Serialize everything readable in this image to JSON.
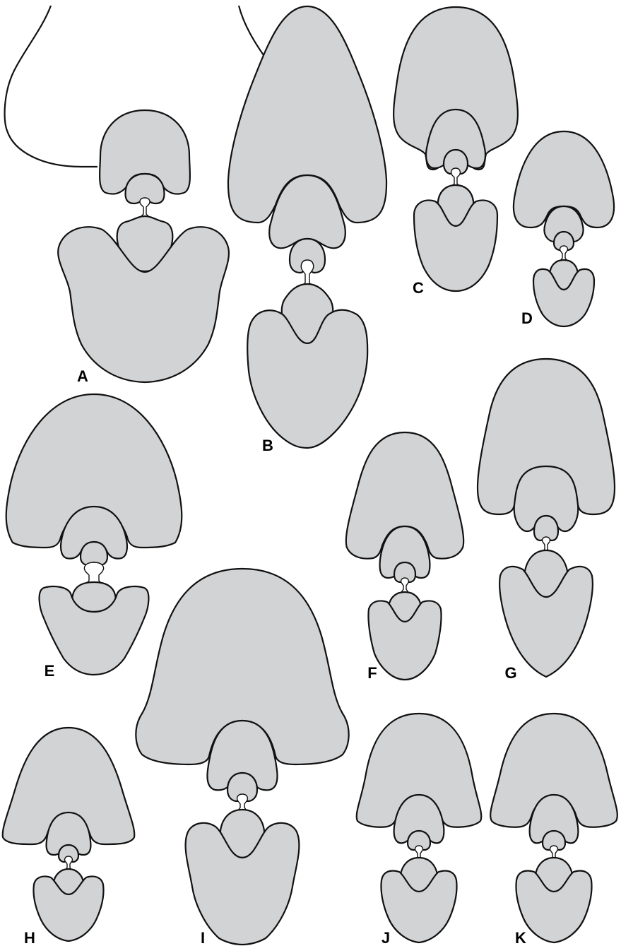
{
  "figure": {
    "background": "#ffffff",
    "fill_color": "#d2d3d5",
    "stroke_color": "#111111",
    "panels": [
      {
        "id": "A",
        "label": "A"
      },
      {
        "id": "B",
        "label": "B"
      },
      {
        "id": "C",
        "label": "C"
      },
      {
        "id": "D",
        "label": "D"
      },
      {
        "id": "E",
        "label": "E"
      },
      {
        "id": "F",
        "label": "F"
      },
      {
        "id": "G",
        "label": "G"
      },
      {
        "id": "H",
        "label": "H"
      },
      {
        "id": "I",
        "label": "I"
      },
      {
        "id": "J",
        "label": "J"
      },
      {
        "id": "K",
        "label": "K"
      }
    ]
  }
}
